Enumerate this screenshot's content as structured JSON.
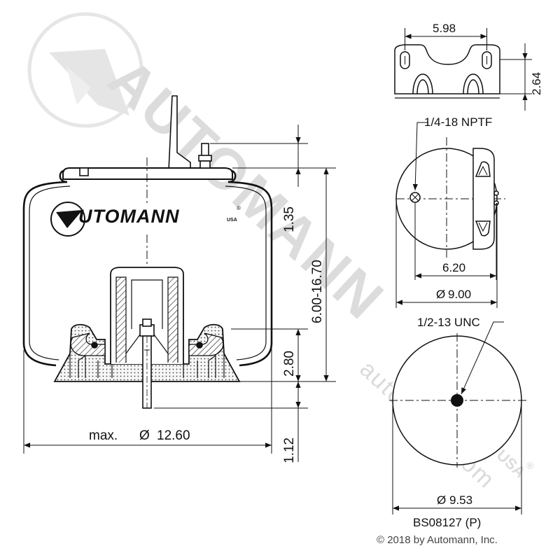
{
  "watermark": {
    "brand": "AUTOMANN",
    "suffix": "USA",
    "url": "automann.com",
    "registered": "®"
  },
  "logo": {
    "text": "UTOMANN",
    "mark": "A",
    "suffix": "USA",
    "registered": "®"
  },
  "side_view": {
    "dim_top": "1.35",
    "dim_range": "6.00-16.70",
    "dim_bottom_piston": "2.80",
    "dim_stud": "1.12",
    "dim_max_prefix": "max.",
    "dim_max_value": "12.60",
    "diameter_symbol": "Ø"
  },
  "top_plate_side": {
    "dim_width": "5.98",
    "dim_height": "2.64"
  },
  "top_plate": {
    "port_label": "1/4-18 NPTF",
    "dim_offset": "6.20",
    "dim_diameter": "9.00"
  },
  "bottom_plate": {
    "thread_label": "1/2-13 UNC",
    "dim_diameter": "9.53"
  },
  "part_number": "BS08127 (P)",
  "copyright": "© 2018 by Automann, Inc."
}
